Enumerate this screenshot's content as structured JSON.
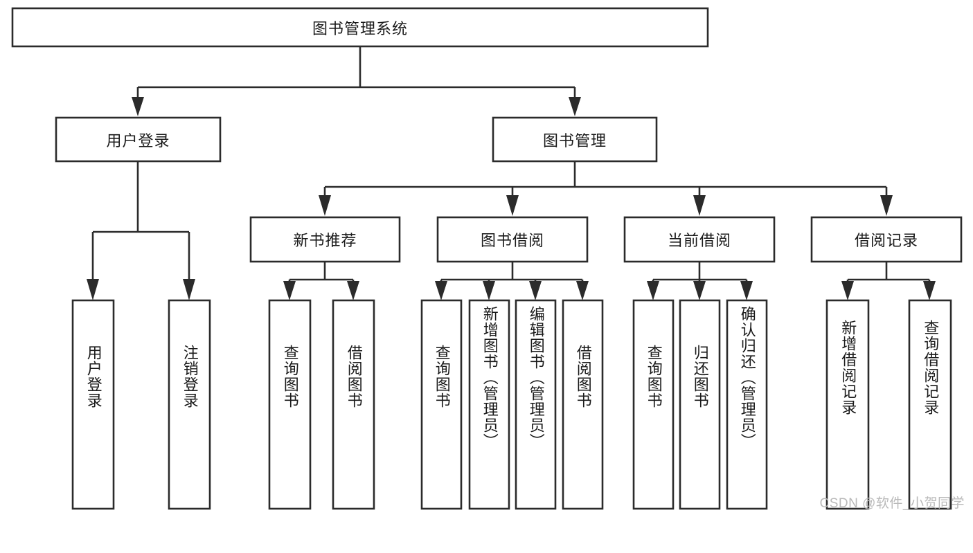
{
  "diagram": {
    "type": "hierarchy-tree",
    "title": "图书管理系统",
    "root": {
      "id": "root",
      "label": "图书管理系统",
      "orientation": "horizontal"
    },
    "level1": [
      {
        "id": "user-login",
        "label": "用户登录",
        "orientation": "horizontal"
      },
      {
        "id": "book-management",
        "label": "图书管理",
        "orientation": "horizontal"
      }
    ],
    "level2": [
      {
        "id": "new-book-recommend",
        "label": "新书推荐",
        "orientation": "horizontal",
        "parent": "book-management"
      },
      {
        "id": "book-borrow",
        "label": "图书借阅",
        "orientation": "horizontal",
        "parent": "book-management"
      },
      {
        "id": "current-borrow",
        "label": "当前借阅",
        "orientation": "horizontal",
        "parent": "book-management"
      },
      {
        "id": "borrow-record",
        "label": "借阅记录",
        "orientation": "horizontal",
        "parent": "book-management"
      }
    ],
    "leaves": {
      "user_login": [
        {
          "id": "leaf-user-login",
          "label": "用户登录",
          "orientation": "vertical"
        },
        {
          "id": "leaf-user-logout",
          "label": "注销登录",
          "orientation": "vertical"
        }
      ],
      "new_book_recommend": [
        {
          "id": "leaf-query-book-1",
          "label": "查询图书",
          "orientation": "vertical"
        },
        {
          "id": "leaf-borrow-book-1",
          "label": "借阅图书",
          "orientation": "vertical"
        }
      ],
      "book_borrow": [
        {
          "id": "leaf-query-book-2",
          "label": "查询图书",
          "orientation": "vertical"
        },
        {
          "id": "leaf-add-book",
          "label": "新增图书（管理员）",
          "orientation": "vertical"
        },
        {
          "id": "leaf-edit-book",
          "label": "编辑图书（管理员）",
          "orientation": "vertical"
        },
        {
          "id": "leaf-borrow-book-2",
          "label": "借阅图书",
          "orientation": "vertical"
        }
      ],
      "current_borrow": [
        {
          "id": "leaf-query-book-3",
          "label": "查询图书",
          "orientation": "vertical"
        },
        {
          "id": "leaf-return-book",
          "label": "归还图书",
          "orientation": "vertical"
        },
        {
          "id": "leaf-confirm-return",
          "label": "确认归还（管理员）",
          "orientation": "vertical"
        }
      ],
      "borrow_record": [
        {
          "id": "leaf-add-record",
          "label": "新增借阅记录",
          "orientation": "vertical"
        },
        {
          "id": "leaf-query-record",
          "label": "查询借阅记录",
          "orientation": "vertical"
        }
      ]
    }
  },
  "watermark": {
    "text": "CSDN @软件_小贺同学"
  },
  "colors": {
    "box_stroke": "#2b2b2b",
    "box_fill": "#ffffff",
    "connector": "#2b2b2b",
    "text": "#1a1a1a",
    "watermark": "#b9b9b9",
    "background": "#ffffff"
  }
}
